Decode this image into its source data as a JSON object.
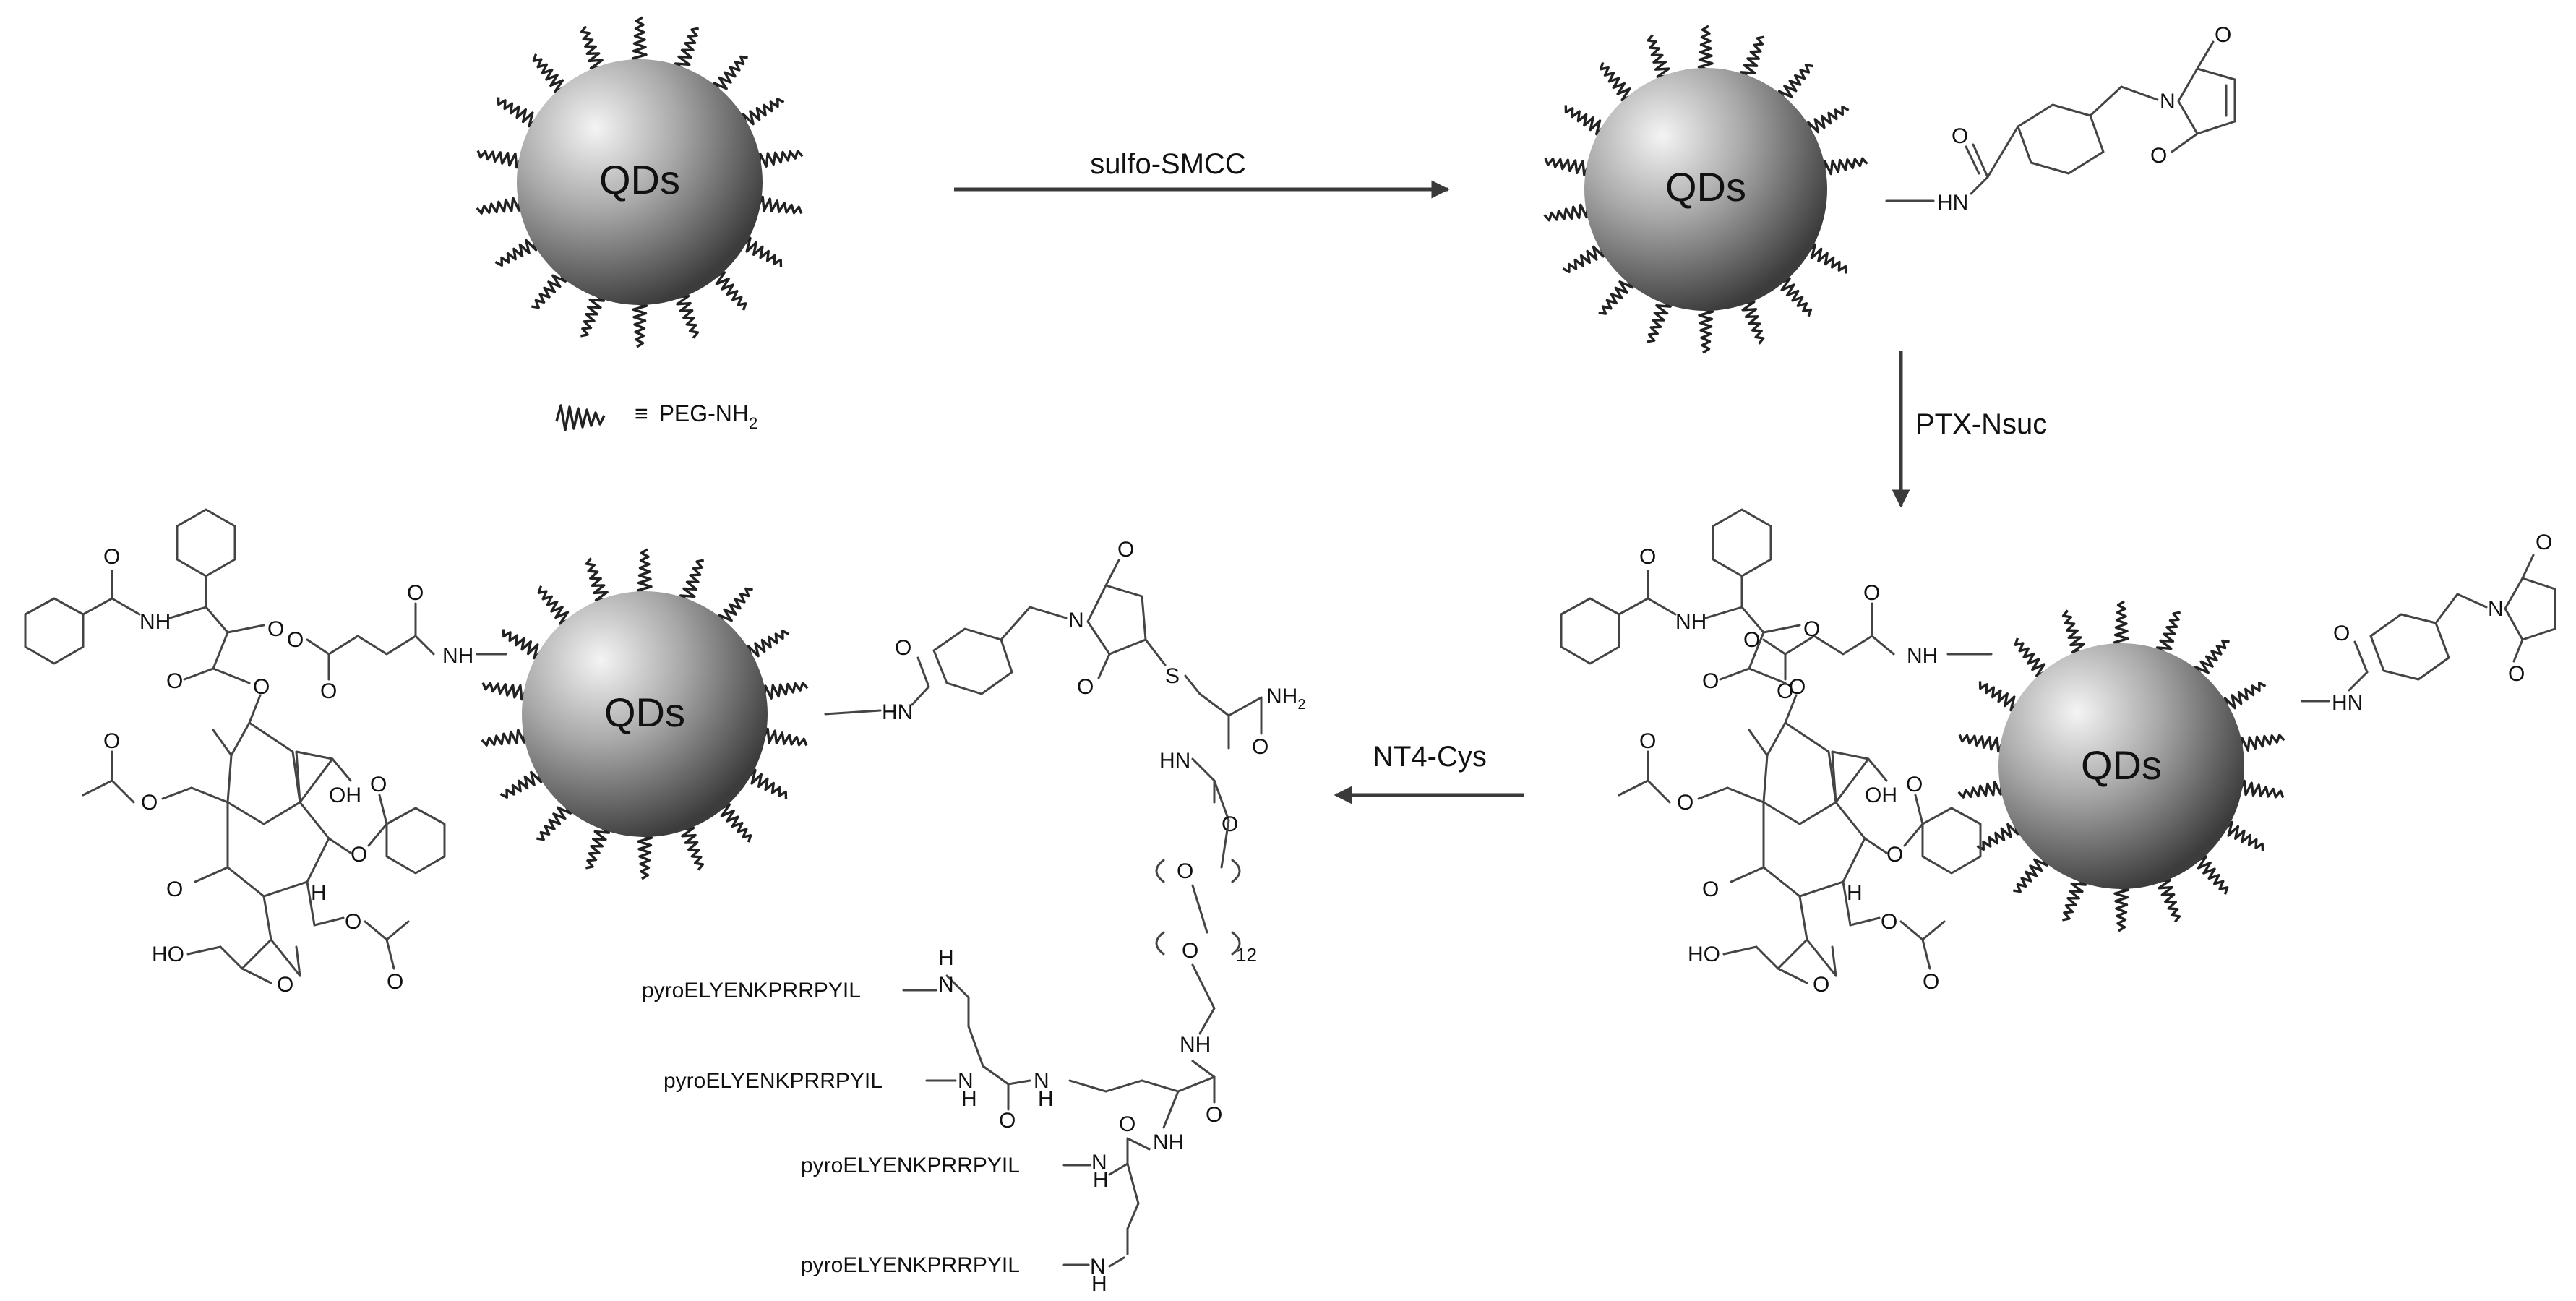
{
  "particle_label": "QDs",
  "legend": {
    "symbol": "≡",
    "text": "PEG-NH",
    "subscript": "2"
  },
  "steps": [
    {
      "reagent": "sulfo-SMCC"
    },
    {
      "reagent": "PTX-Nsuc"
    },
    {
      "reagent": "NT4-Cys"
    }
  ],
  "atoms": {
    "HN": "HN",
    "NH": "NH",
    "N": "N",
    "O": "O",
    "H": "H",
    "HO": "HO",
    "OH": "OH",
    "S": "S",
    "NH2": "NH",
    "sub2": "2",
    "repeat": "12"
  },
  "peptide": "pyroELYENKPRRPYIL",
  "colors": {
    "sphere_light": "#f2f2f2",
    "sphere_dark": "#3c3c3c",
    "arrow": "#3a3a3a",
    "line": "#444444"
  }
}
